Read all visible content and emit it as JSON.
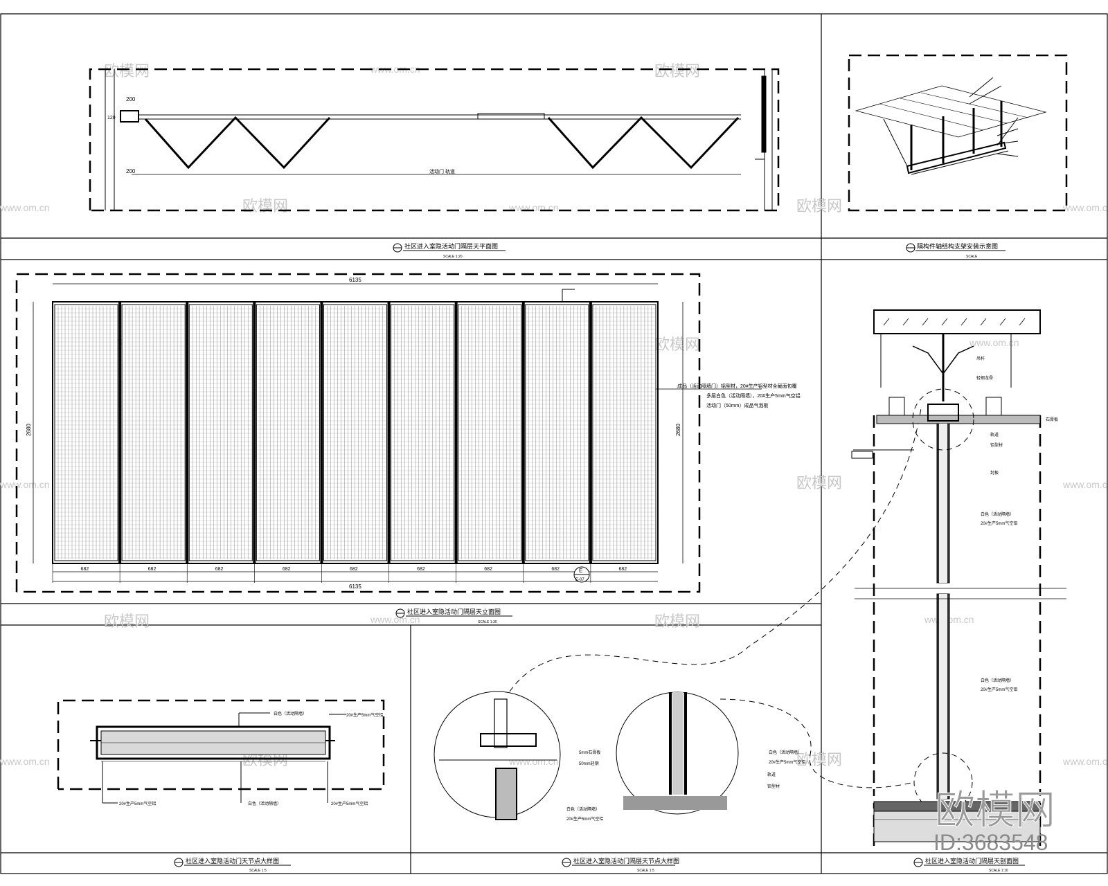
{
  "panels": {
    "top_left": {
      "title": "社区进入室隐活动门隔层天平面图",
      "scale": "SCALE 1:20"
    },
    "top_right": {
      "title": "隔构件轴结构支架安装示意图",
      "scale": "SCALE"
    },
    "mid_left": {
      "title": "社区进入室隐活动门隔层天立面图",
      "scale": "SCALE 1:30",
      "dim_total": "6135",
      "dim_height": "2680",
      "panel_widths": [
        "682",
        "682",
        "682",
        "682",
        "682",
        "682",
        "682",
        "682",
        "682"
      ],
      "callout_symbol": "E",
      "callout_ref": "E-07",
      "note_lines": [
        "成品（活动隔墙门）铝型材，20#生产铝型材全截面包覆",
        "多层白色（活动隔墙），20#生产5mm气空铝",
        "活动门（50mm）成品气泡板"
      ]
    },
    "bottom_left": {
      "title": "社区进入室隐活动门天节点大样图",
      "scale": "SCALE 1:5",
      "labels": [
        "白色（活动隔墙）",
        "20#生产5mm气空铝"
      ]
    },
    "bottom_mid": {
      "title": "社区进入室隐活动门隔层天节点大样图",
      "scale": "SCALE 1:5",
      "labels": [
        "5mm石膏板",
        "50mm轻钢",
        "白色（活动隔墙）",
        "20#生产5mm气空铝",
        "轨道",
        "铝型材"
      ]
    },
    "right_tall": {
      "title": "社区进入室隐活动门隔层天剖面图",
      "scale": "SCALE 1:10",
      "labels": [
        "吊杆",
        "轻钢龙骨",
        "石膏板",
        "白色（活动隔墙）",
        "20#生产5mm气空铝",
        "轨道",
        "铝型材",
        "封板"
      ]
    }
  },
  "plan_dim_label": "活动门 轨道",
  "plan_dims": [
    "200",
    "200",
    "120"
  ],
  "watermarks": {
    "brand": "欧模网",
    "url": "www.om.cn"
  },
  "logo": {
    "brand": "欧模网",
    "id": "ID:3683548"
  }
}
